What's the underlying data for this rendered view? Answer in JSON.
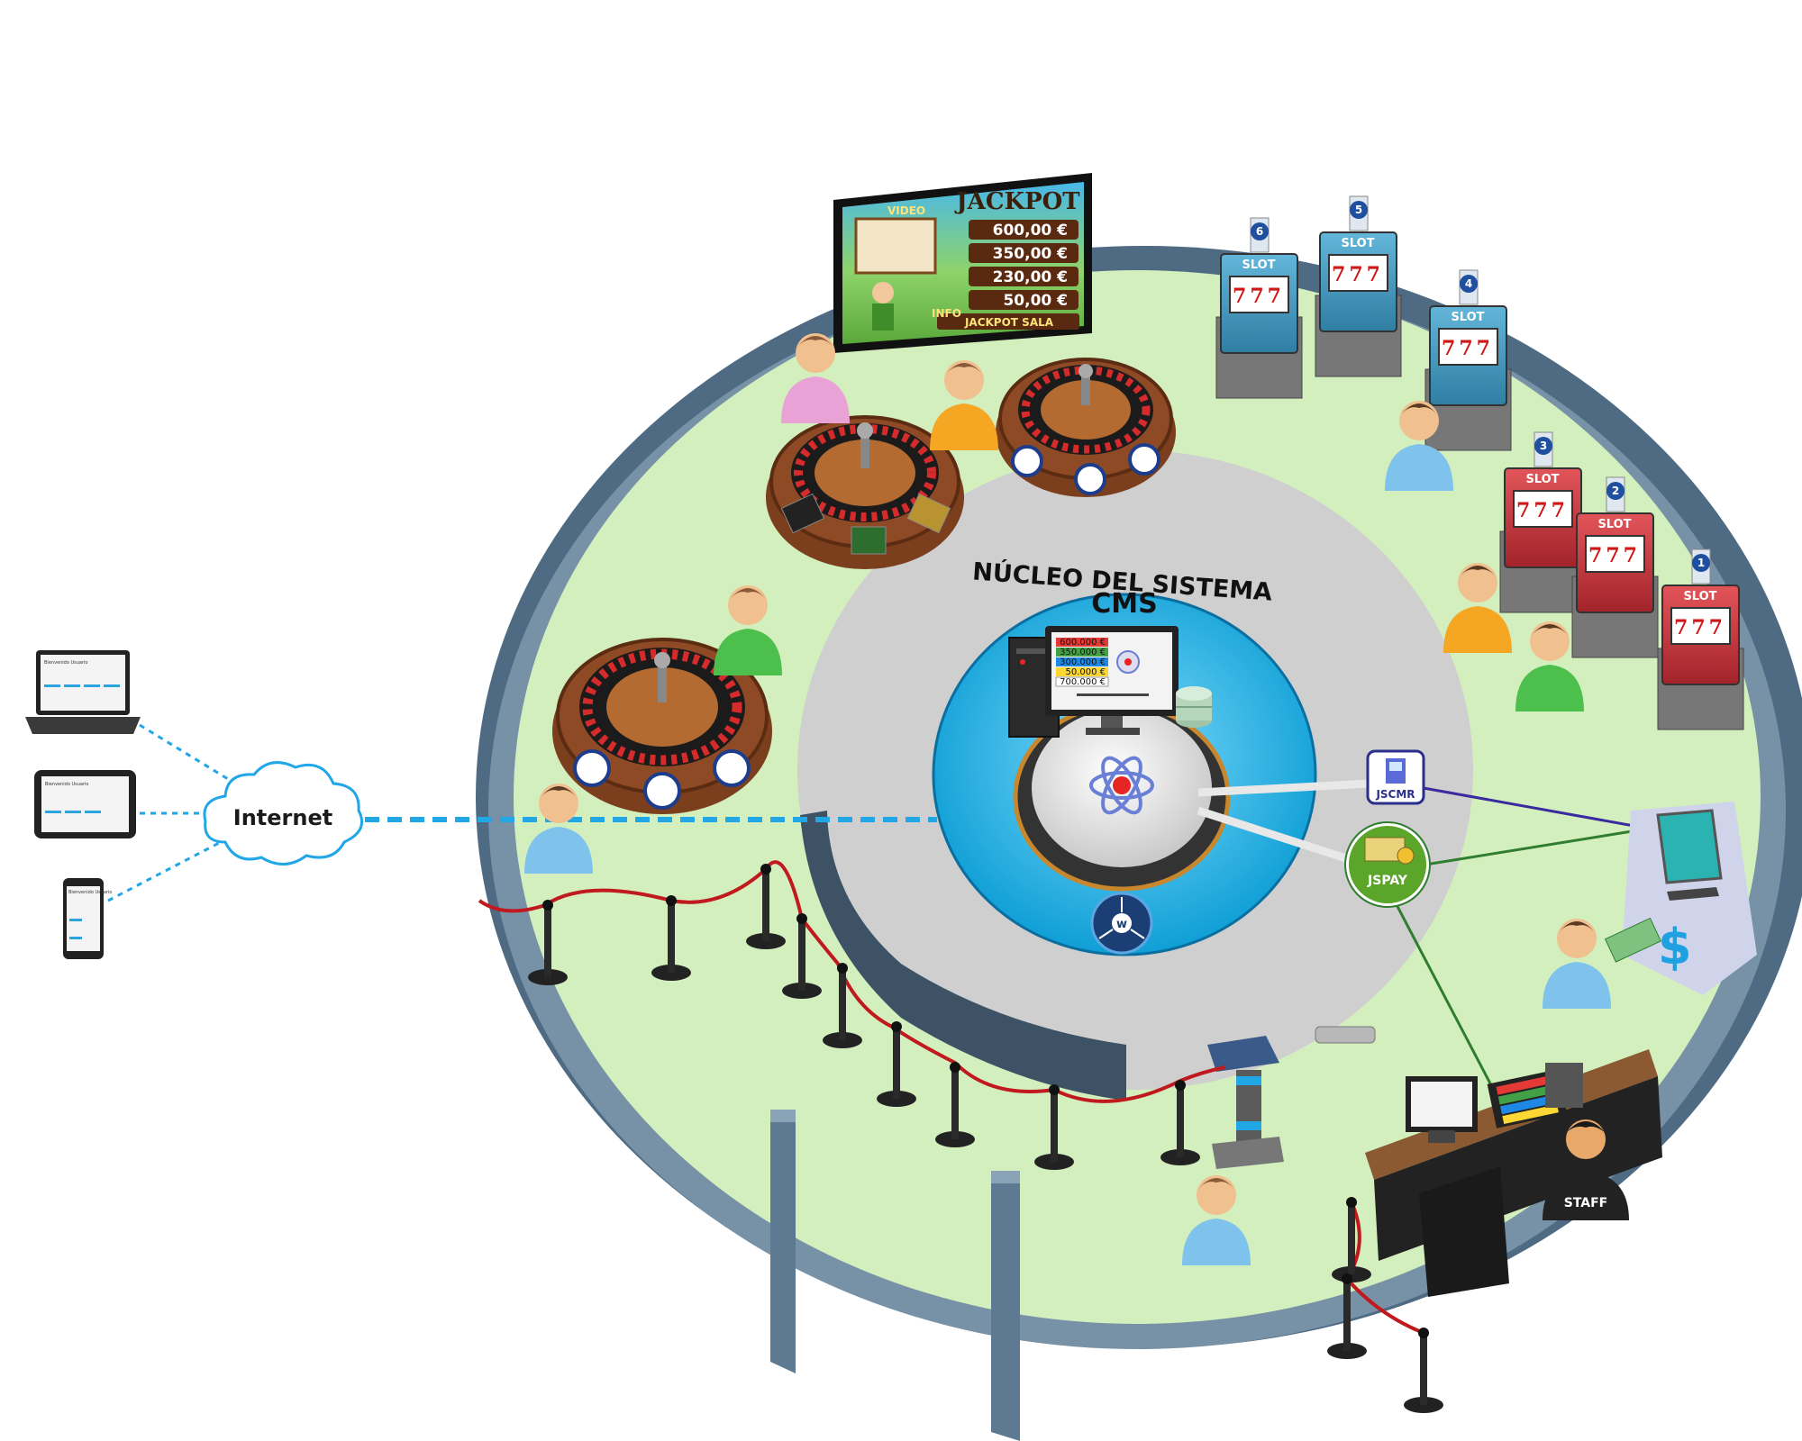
{
  "labels": {
    "internet": "Internet",
    "core_title": "NÚCLEO DEL SISTEMA",
    "cms": "CMS",
    "jscmr": "JSCMR",
    "jspay": "JSPAY",
    "staff": "STAFF"
  },
  "jackpot_screen": {
    "title": "JACKPOT",
    "values": [
      "600,00 €",
      "350,00 €",
      "230,00 €",
      "50,00 €"
    ],
    "footer": "JACKPOT SALA",
    "tag_video": "VIDEO",
    "tag_info": "INFO"
  },
  "cms_monitor": {
    "values": [
      "600.000 €",
      "350.000 €",
      "300.000 €",
      "50.000 €",
      "700.000 €"
    ]
  },
  "slots": {
    "label": "SLOT",
    "reels": "777",
    "numbers": [
      "1",
      "2",
      "3",
      "4",
      "5",
      "6"
    ]
  },
  "devices": {
    "welcome": "Bienvenido Usuario"
  },
  "colors": {
    "floor": "#d3efbe",
    "wall": "#5d7a92",
    "core_ring": "#cfcfcf",
    "core_disc": "#1fb6ea",
    "link_dashed": "#21a6e6",
    "link_purple": "#3a2aa0",
    "link_green": "#2f7d2f",
    "rope": "#c0191e"
  }
}
